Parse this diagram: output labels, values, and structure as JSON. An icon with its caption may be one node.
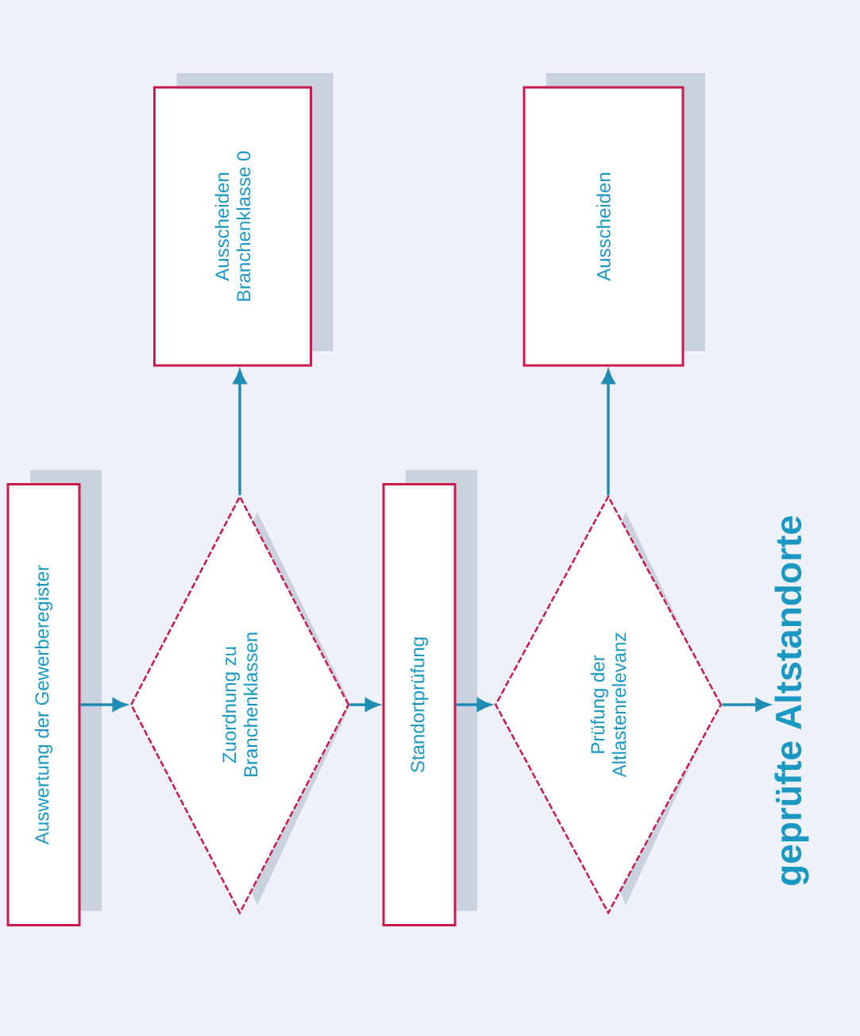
{
  "diagram": {
    "nodes": [
      {
        "text": [
          "Auswertung der Gewerberegister"
        ]
      },
      {
        "text": [
          "Zuordnung zu Branchenklassen"
        ]
      },
      {
        "text": [
          "Ausscheiden Branchenklasse 0"
        ]
      },
      {
        "text": [
          "Standortprüfung"
        ]
      },
      {
        "text": [
          "Prüfung der Altlastenrelevanz"
        ]
      },
      {
        "text": [
          "Ausscheiden"
        ]
      },
      {
        "text": [
          "geprüfte Altstandorte"
        ]
      }
    ],
    "edges": [
      {
        "from": 0,
        "to": 1,
        "arrow": "to"
      },
      {
        "from": 1,
        "to": 2,
        "arrow": "to"
      },
      {
        "from": 1,
        "to": 3,
        "arrow": "to"
      },
      {
        "from": 3,
        "to": 4,
        "arrow": "to"
      },
      {
        "from": 4,
        "to": 5,
        "arrow": "to"
      },
      {
        "from": 4,
        "to": 6,
        "arrow": "to"
      }
    ]
  }
}
